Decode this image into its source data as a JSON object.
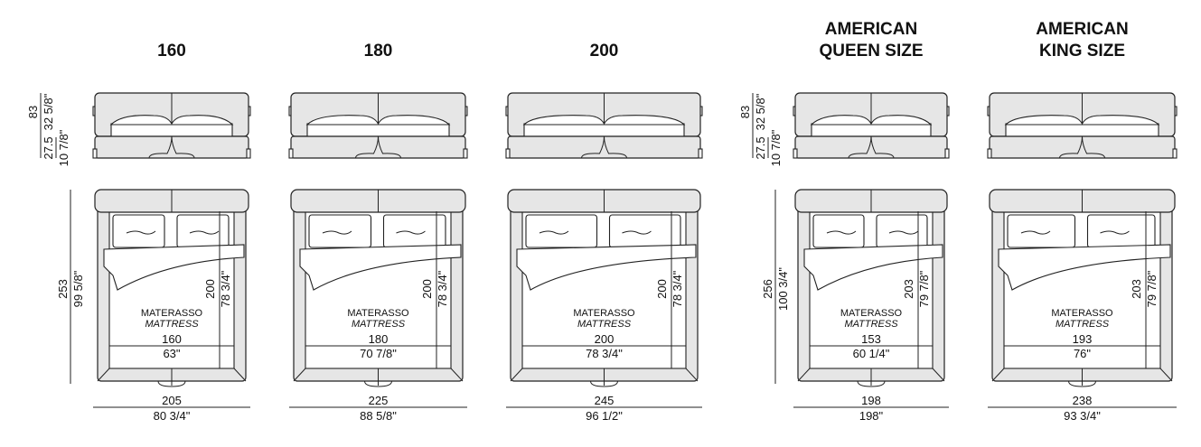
{
  "beds": [
    {
      "title": [
        "160"
      ],
      "overall_width_cm": "205",
      "overall_width_in": "80 3/4\"",
      "mattress_label": "MATERASSO",
      "mattress_label_en": "MATTRESS",
      "mattress_width_cm": "160",
      "mattress_width_in": "63\"",
      "mattress_length_cm": "200",
      "mattress_length_in": "78 3/4\""
    },
    {
      "title": [
        "180"
      ],
      "overall_width_cm": "225",
      "overall_width_in": "88 5/8\"",
      "mattress_label": "MATERASSO",
      "mattress_label_en": "MATTRESS",
      "mattress_width_cm": "180",
      "mattress_width_in": "70 7/8\"",
      "mattress_length_cm": "200",
      "mattress_length_in": "78 3/4\""
    },
    {
      "title": [
        "200"
      ],
      "overall_width_cm": "245",
      "overall_width_in": "96 1/2\"",
      "mattress_label": "MATERASSO",
      "mattress_label_en": "MATTRESS",
      "mattress_width_cm": "200",
      "mattress_width_in": "78 3/4\"",
      "mattress_length_cm": "200",
      "mattress_length_in": "78 3/4\""
    },
    {
      "title": [
        "AMERICAN",
        "QUEEN SIZE"
      ],
      "overall_width_cm": "198",
      "overall_width_in": "198\"",
      "mattress_label": "MATERASSO",
      "mattress_label_en": "MATTRESS",
      "mattress_width_cm": "153",
      "mattress_width_in": "60 1/4\"",
      "mattress_length_cm": "203",
      "mattress_length_in": "79 7/8\""
    },
    {
      "title": [
        "AMERICAN",
        "KING SIZE"
      ],
      "overall_width_cm": "238",
      "overall_width_in": "93 3/4\"",
      "mattress_label": "MATERASSO",
      "mattress_label_en": "MATTRESS",
      "mattress_width_cm": "193",
      "mattress_width_in": "76\"",
      "mattress_length_cm": "203",
      "mattress_length_in": "79 7/8\""
    }
  ],
  "side_dims": [
    {
      "height_cm": "83",
      "height_in": "32 5/8\"",
      "base_cm": "27.5",
      "base_in": "10 7/8\"",
      "length_cm": "253",
      "length_in": "99 5/8\""
    },
    {
      "height_cm": "83",
      "height_in": "32 5/8\"",
      "base_cm": "27.5",
      "base_in": "10 7/8\"",
      "length_cm": "256",
      "length_in": "100 3/4\""
    }
  ]
}
